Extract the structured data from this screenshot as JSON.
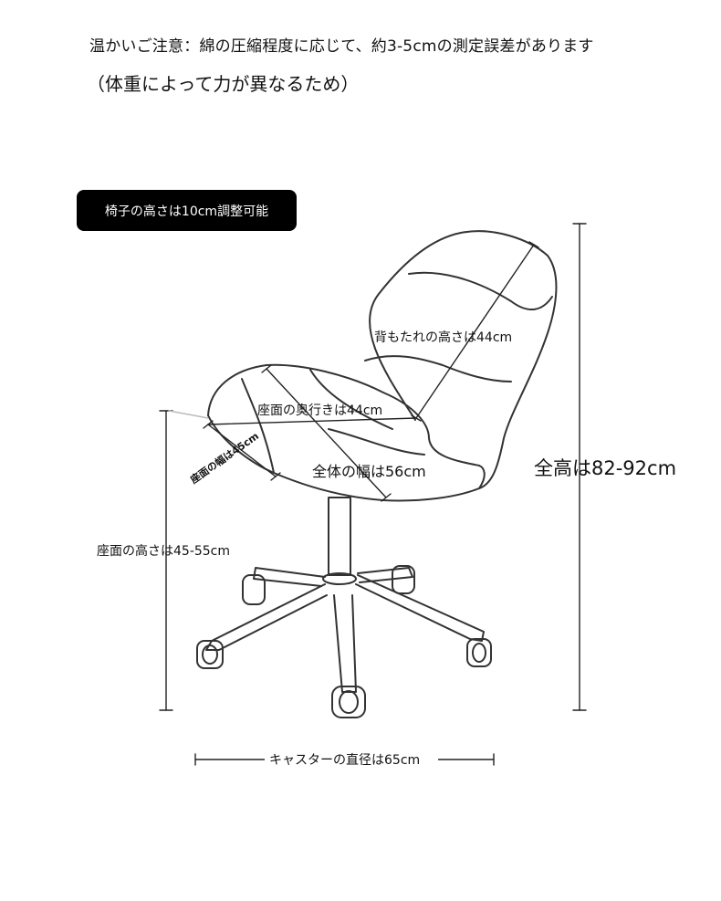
{
  "notice": {
    "line1": "温かいご注意：綿の圧縮程度に応じて、約3-5cmの測定誤差があります",
    "line2": "（体重によって力が異なるため）"
  },
  "badge": {
    "label": "椅子の高さは10cm調整可能"
  },
  "dimensions": {
    "backrest_height": "背もたれの高さは44cm",
    "seat_depth": "座面の奥行きは44cm",
    "seat_width": "座面の幅は45cm",
    "overall_width": "全体の幅は56cm",
    "overall_height": "全高は82-92cm",
    "seat_height": "座面の高さは45-55cm",
    "caster_diameter": "キャスターの直径は65cm"
  },
  "colors": {
    "line": "#333333",
    "text": "#111111",
    "badge_bg": "#000000",
    "badge_text": "#ffffff"
  }
}
